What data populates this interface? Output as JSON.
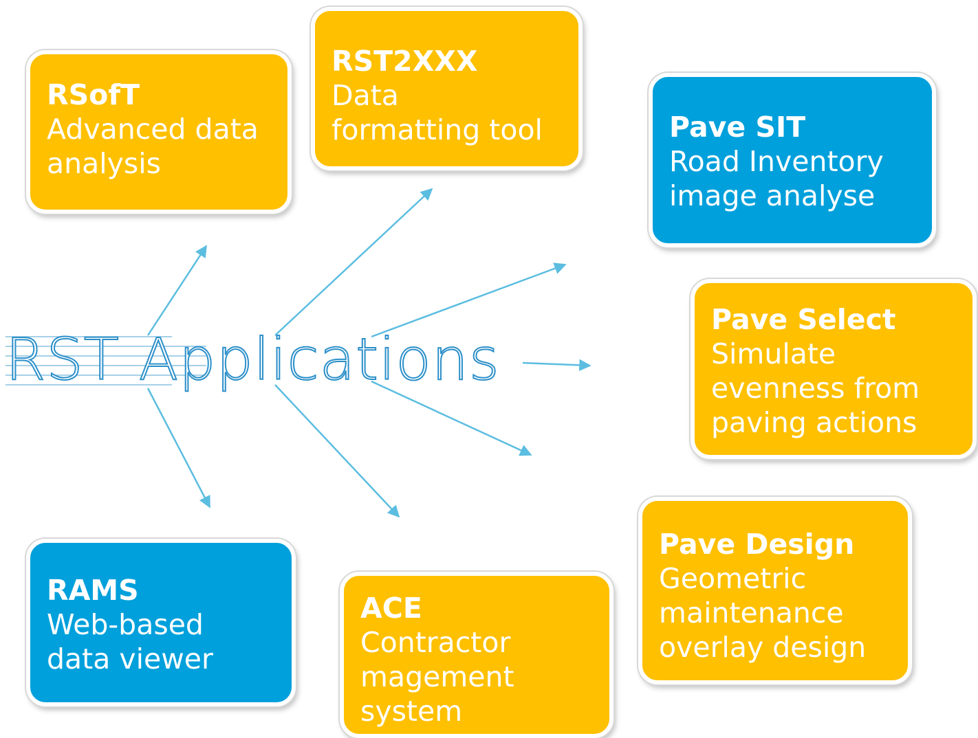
{
  "diagram": {
    "center_label": "RST Applications",
    "colors": {
      "orange": "#ffc000",
      "blue": "#00a0dc",
      "arrow": "#5bbde0",
      "title_stroke": "#2b8fc9"
    },
    "apps": [
      {
        "id": "rsoft",
        "name": "RSofT",
        "description": "Advanced data\nanalysis",
        "color": "orange"
      },
      {
        "id": "rst2xxx",
        "name": "RST2XXX",
        "description": "Data\nformatting tool",
        "color": "orange"
      },
      {
        "id": "pave-sit",
        "name": "Pave SIT",
        "description": "Road Inventory\nimage analyse",
        "color": "blue"
      },
      {
        "id": "pave-select",
        "name": "Pave Select",
        "description": "Simulate\nevenness from\npaving actions",
        "color": "orange"
      },
      {
        "id": "pave-design",
        "name": "Pave Design",
        "description": "Geometric\nmaintenance\noverlay design",
        "color": "orange"
      },
      {
        "id": "ace",
        "name": "ACE",
        "description": "Contractor\nmagement\nsystem",
        "color": "orange"
      },
      {
        "id": "rams",
        "name": "RAMS",
        "description": "Web-based\ndata viewer",
        "color": "blue"
      }
    ]
  }
}
